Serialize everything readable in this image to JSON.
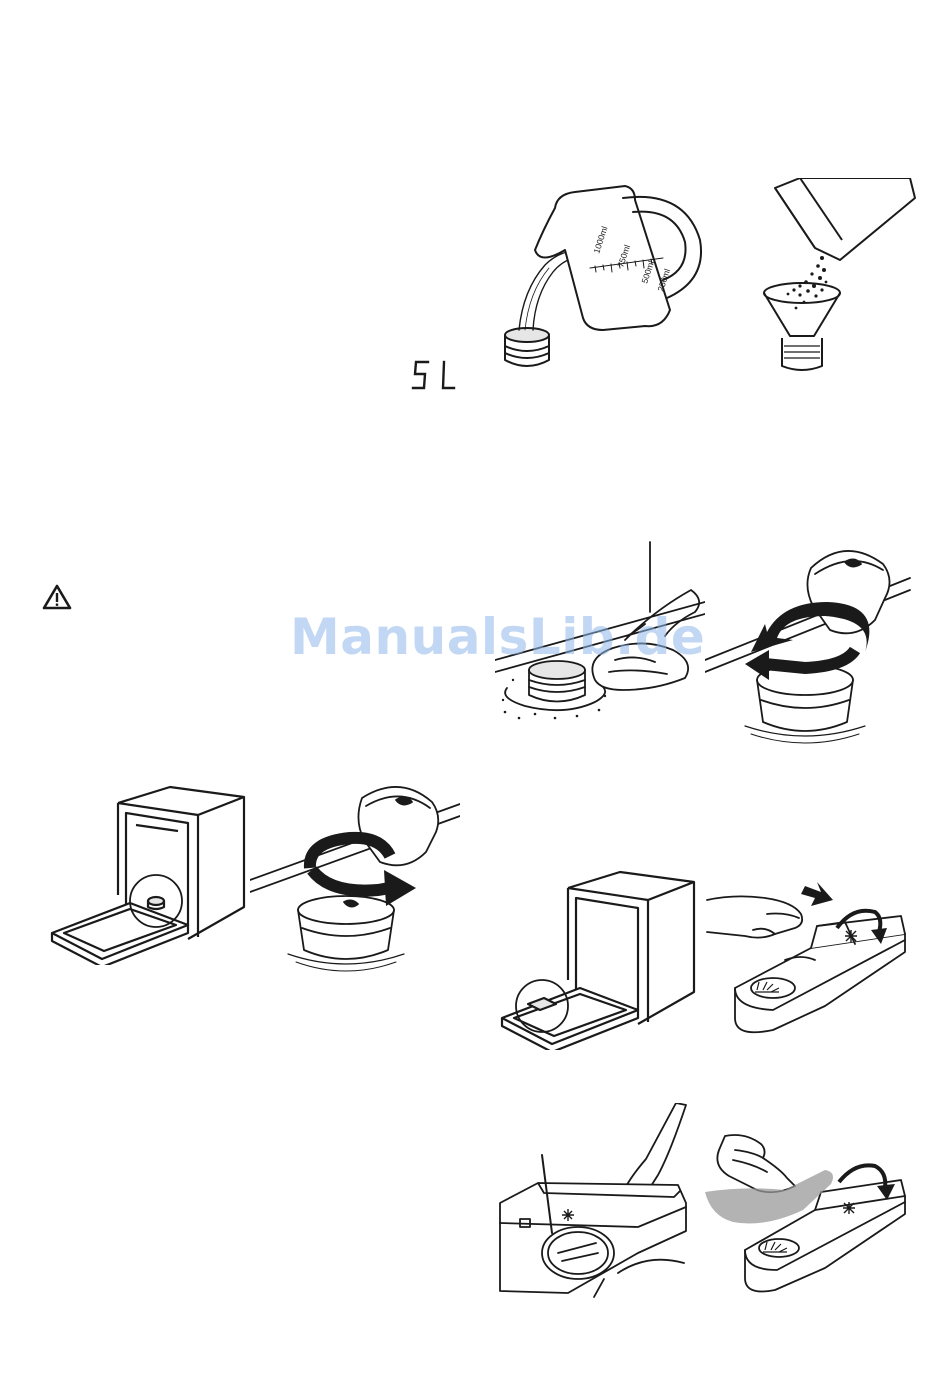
{
  "display": {
    "salt_code": "5L"
  },
  "jug": {
    "marks": [
      "1000ml",
      "750ml",
      "500ml",
      "250ml"
    ]
  },
  "watermark": {
    "text": "ManualsLib.de"
  },
  "colors": {
    "line": "#1a1a1a",
    "watermark": "#8fb8ea",
    "fill_light": "#e6e6e6"
  },
  "icons": [
    "warning-triangle-icon",
    "salt-logo-icon",
    "rinse-aid-sun-icon",
    "snowflake-icon",
    "arrow-icon"
  ]
}
